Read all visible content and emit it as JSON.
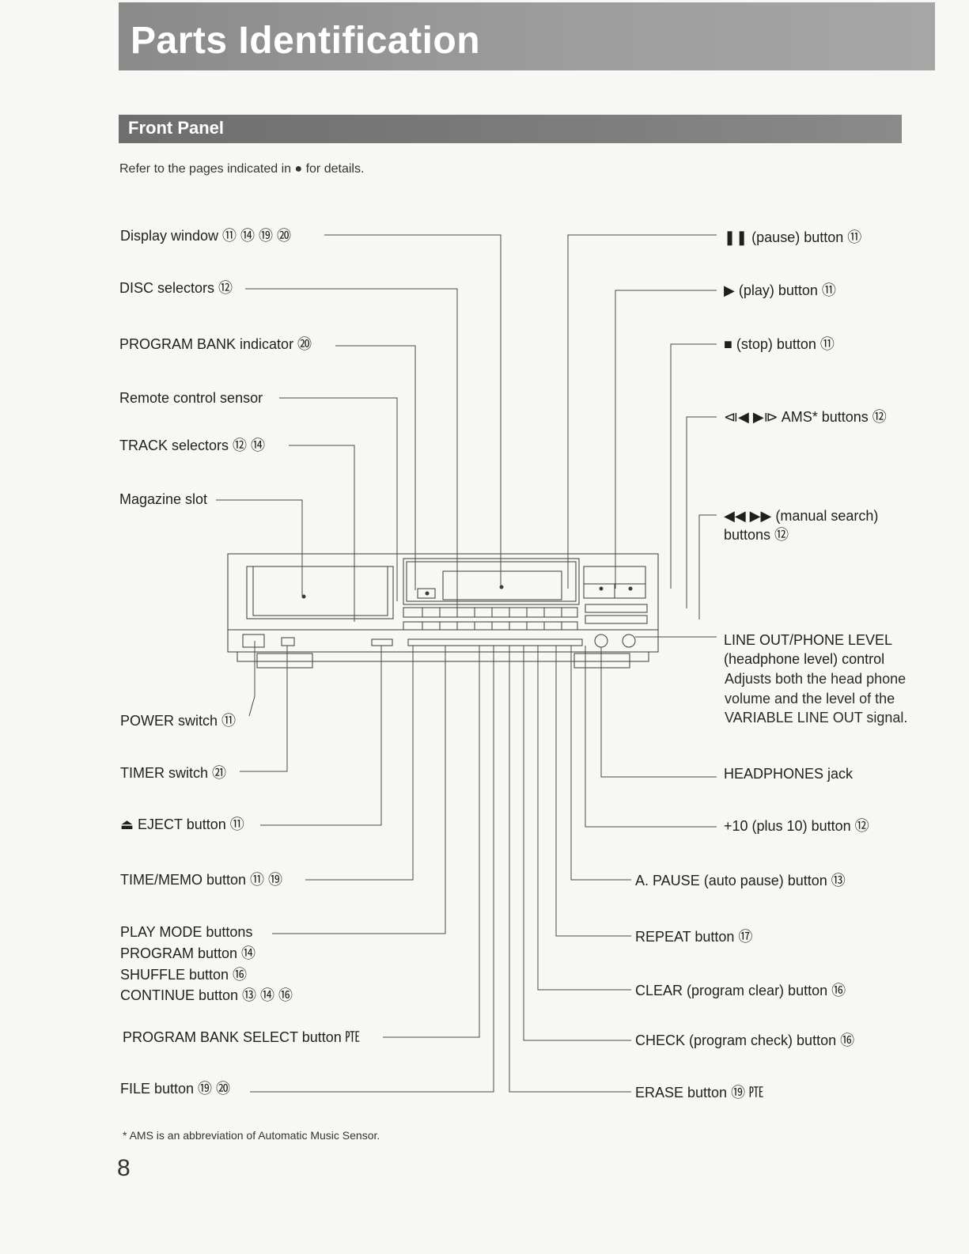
{
  "header": {
    "title": "Parts Identification"
  },
  "section": {
    "title": "Front Panel"
  },
  "intro": {
    "text": "Refer to the pages indicated in ● for details."
  },
  "labels_left": [
    {
      "text": "Display window ⑪ ⑭ ⑲ ⑳"
    },
    {
      "text": "DISC selectors ⑫"
    },
    {
      "text": "PROGRAM BANK indicator ⑳"
    },
    {
      "text": "Remote control sensor"
    },
    {
      "text": "TRACK selectors ⑫ ⑭"
    },
    {
      "text": "Magazine slot"
    },
    {
      "text": "POWER switch ⑪"
    },
    {
      "text": "TIMER switch ㉑"
    },
    {
      "text": "⏏ EJECT button ⑪"
    },
    {
      "text": "TIME/MEMO button ⑪ ⑲"
    },
    {
      "text": "PLAY MODE buttons"
    },
    {
      "text": "PROGRAM button ⑭"
    },
    {
      "text": "SHUFFLE button ⑯"
    },
    {
      "text": "CONTINUE button ⑬ ⑭ ⑯"
    },
    {
      "text": "PROGRAM BANK SELECT button ㉐"
    },
    {
      "text": "FILE button ⑲ ⑳"
    }
  ],
  "labels_right": [
    {
      "text": "❚❚ (pause) button ⑪"
    },
    {
      "text": "▶ (play) button ⑪"
    },
    {
      "text": "■ (stop) button ⑪"
    },
    {
      "text": "⧏◀ ▶⧐ AMS* buttons ⑫"
    },
    {
      "text": "◀◀ ▶▶ (manual search)"
    },
    {
      "text": "buttons ⑫"
    },
    {
      "text": "LINE OUT/PHONE LEVEL"
    },
    {
      "text": "(headphone level) control"
    },
    {
      "text": "HEADPHONES jack"
    },
    {
      "text": "+10 (plus 10) button ⑫"
    },
    {
      "text": "A. PAUSE (auto pause) button ⑬"
    },
    {
      "text": "REPEAT button ⑰"
    },
    {
      "text": "CLEAR (program clear) button ⑯"
    },
    {
      "text": "CHECK (program check) button ⑯"
    },
    {
      "text": "ERASE button ⑲ ㉐"
    }
  ],
  "level_description": "Adjusts both the head phone volume and the level of the VARIABLE LINE OUT signal.",
  "footnote": "* AMS is an abbreviation of Automatic Music Sensor.",
  "page_number": "8"
}
